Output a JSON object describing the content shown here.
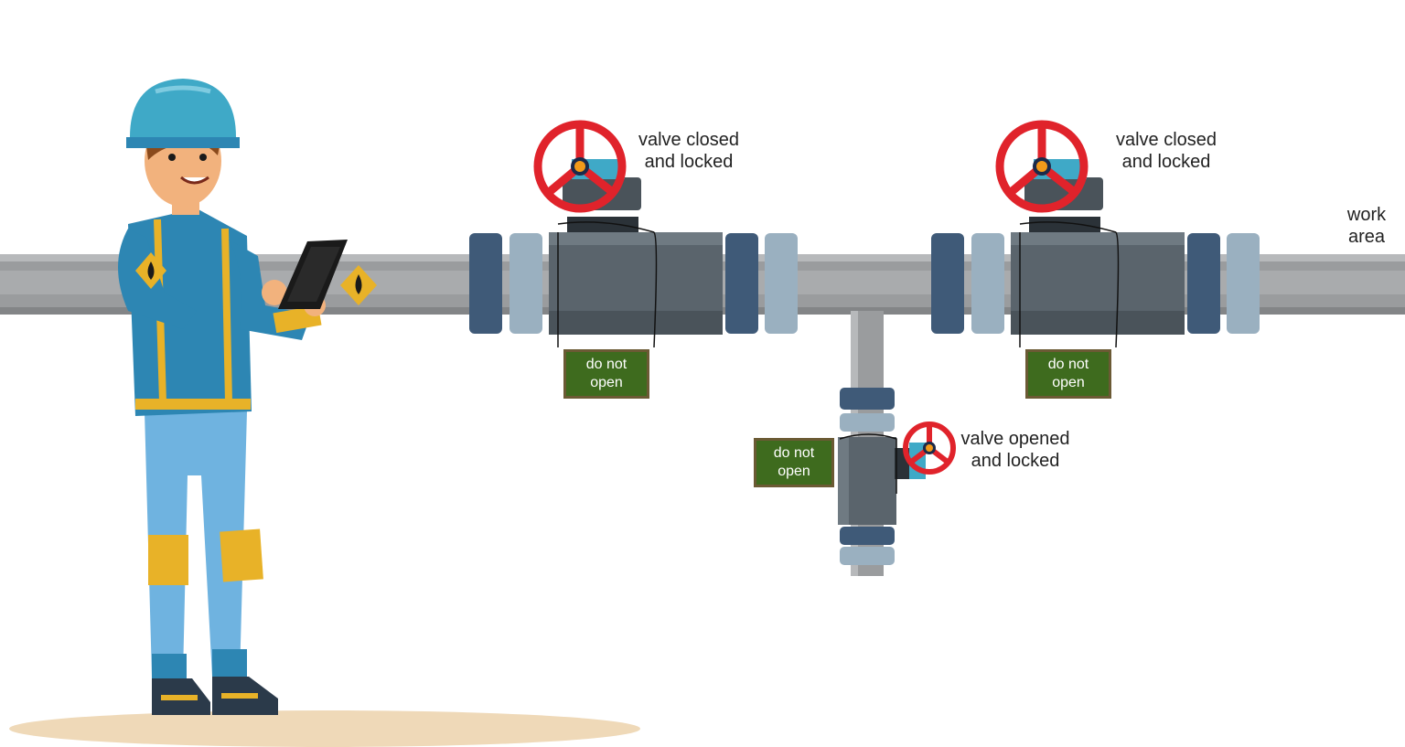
{
  "labels": {
    "valve1": {
      "line1": "valve closed",
      "line2": "and locked"
    },
    "valve2": {
      "line1": "valve closed",
      "line2": "and locked"
    },
    "valve3": {
      "line1": "valve opened",
      "line2": "and locked"
    },
    "work_area": {
      "line1": "work",
      "line2": "area"
    }
  },
  "tags": [
    {
      "line1": "do not",
      "line2": "open"
    },
    {
      "line1": "do not",
      "line2": "open"
    },
    {
      "line1": "do not",
      "line2": "open"
    }
  ],
  "colors": {
    "pipe": "#9a9c9e",
    "pipe_dark": "#55606a",
    "valve_body": "#5a646c",
    "flange_dark": "#3f5a78",
    "flange_light": "#9ab0c0",
    "handwheel": "#e0232b",
    "tag_fill": "#3e6b1e",
    "tag_border": "#6b5a34",
    "ground": "#efd9b8",
    "helmet": "#3fa9c7",
    "uniform": "#2d86b3",
    "stripe": "#e8b228"
  },
  "icons": [
    "worker-figure",
    "tablet-icon",
    "oil-drop-badge-icon",
    "handwheel-icon"
  ]
}
